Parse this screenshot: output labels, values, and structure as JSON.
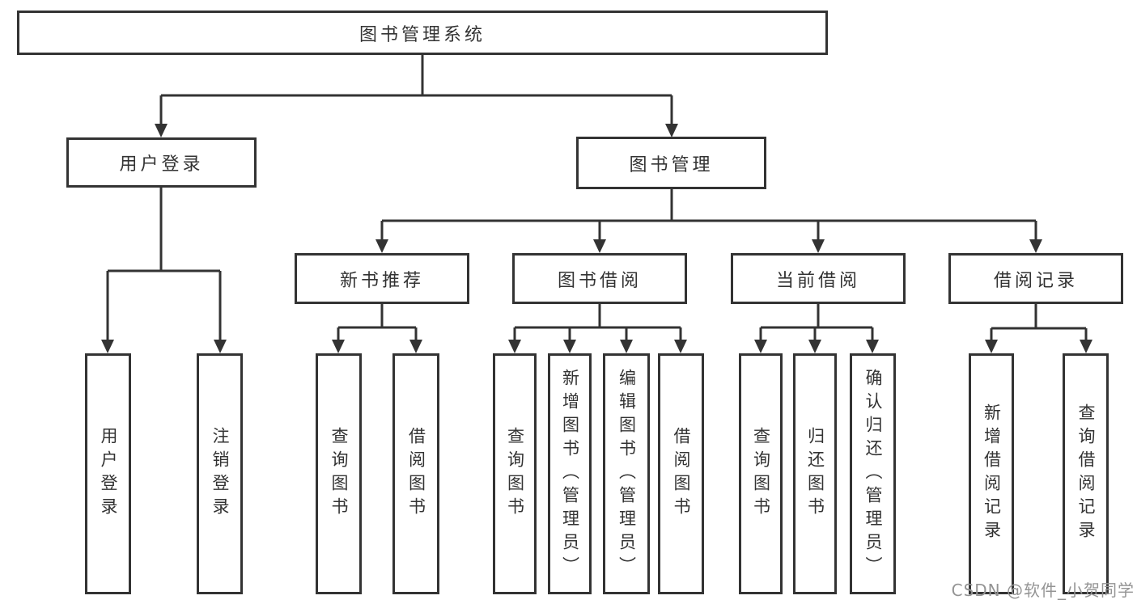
{
  "colors": {
    "line": "#333333",
    "text": "#333333",
    "watermark": "#949494",
    "background": "#ffffff"
  },
  "watermark": {
    "text": "CSDN @软件_小贺同学"
  },
  "tree": {
    "label": "图书管理系统",
    "children": [
      {
        "label": "用户登录",
        "children": [
          {
            "label": "用户登录"
          },
          {
            "label": "注销登录"
          }
        ]
      },
      {
        "label": "图书管理",
        "children": [
          {
            "label": "新书推荐",
            "children": [
              {
                "label": "查询图书"
              },
              {
                "label": "借阅图书"
              }
            ]
          },
          {
            "label": "图书借阅",
            "children": [
              {
                "label": "查询图书"
              },
              {
                "label": "新增图书（管理员）"
              },
              {
                "label": "编辑图书（管理员）"
              },
              {
                "label": "借阅图书"
              }
            ]
          },
          {
            "label": "当前借阅",
            "children": [
              {
                "label": "查询图书"
              },
              {
                "label": "归还图书"
              },
              {
                "label": "确认归还（管理员）"
              }
            ]
          },
          {
            "label": "借阅记录",
            "children": [
              {
                "label": "新增借阅记录"
              },
              {
                "label": "查询借阅记录"
              }
            ]
          }
        ]
      }
    ]
  }
}
